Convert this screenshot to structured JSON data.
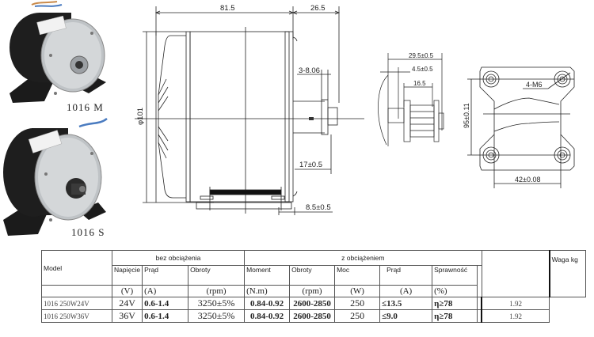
{
  "photos": [
    {
      "label": "1016 M",
      "variant": "sprocket"
    },
    {
      "label": "1016 S",
      "variant": "pulley"
    }
  ],
  "side_view": {
    "dim_length": "81.5",
    "dim_shaft": "26.5",
    "dim_diameter": "φ101",
    "dim_keyway": "3-8.06",
    "dim_shaft_len": "17±0.5",
    "dim_base_offset": "8.5±0.5"
  },
  "pulley_view": {
    "dim_total": "29.5±0.5",
    "dim_gap": "4.5±0.5",
    "dim_width": "16.5"
  },
  "base_view": {
    "dim_holes": "4-M6",
    "dim_vertical": "95±0.11",
    "dim_horizontal": "42±0.08"
  },
  "table": {
    "headers": {
      "model": "Model",
      "no_load": "bez obciążenia",
      "with_load": "z obciążeniem",
      "weight": "Waga kg",
      "voltage": "Napięcie",
      "current": "Prąd",
      "speed": "Obroty",
      "torque": "Moment",
      "speed_load": "Obroty",
      "power": "Moc",
      "current_load": "Prąd",
      "efficiency": "Sprawność"
    },
    "units": {
      "voltage": "(V)",
      "current": "(A)",
      "speed": "(rpm)",
      "torque": "(N.m)",
      "speed_load": "(rpm)",
      "power": "(W)",
      "current_load": "(A)",
      "efficiency": "(%)"
    },
    "rows": [
      {
        "model": "1016 250W24V",
        "voltage": "24V",
        "current": "0.6-1.4",
        "speed": "3250±5%",
        "torque": "0.84-0.92",
        "speed_load": "2600-2850",
        "power": "250",
        "current_load": "≤13.5",
        "efficiency": "η≥78",
        "extra": "",
        "weight": "1.92"
      },
      {
        "model": "1016 250W36V",
        "voltage": "36V",
        "current": "0.6-1.4",
        "speed": "3250±5%",
        "torque": "0.84-0.92",
        "speed_load": "2600-2850",
        "power": "250",
        "current_load": "≤9.0",
        "efficiency": "η≥78",
        "extra": "",
        "weight": "1.92"
      }
    ]
  }
}
